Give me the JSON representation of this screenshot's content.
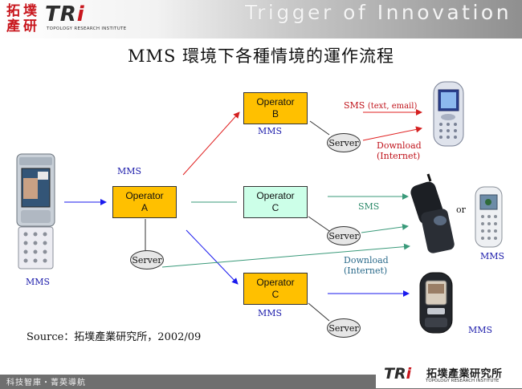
{
  "header": {
    "logo_chars": [
      "拓",
      "墣",
      "產",
      "研"
    ],
    "logo_tr": "TR",
    "logo_i": "i",
    "logo_sub": "TOPOLOGY RESEARCH INSTITUTE",
    "tagline": "Trigger of Innovation"
  },
  "title": "MMS 環境下各種情境的運作流程",
  "operators": {
    "b": {
      "line1": "Operator",
      "line2": "B"
    },
    "a": {
      "line1": "Operator",
      "line2": "A"
    },
    "c_mid": {
      "line1": "Operator",
      "line2": "C"
    },
    "c_bottom": {
      "line1": "Operator",
      "line2": "C"
    }
  },
  "servers": {
    "a": "Server",
    "b": "Server",
    "c_mid": "Server",
    "c_bottom": "Server"
  },
  "labels": {
    "mms_a": "MMS",
    "mms_b": "MMS",
    "mms_c_bottom": "MMS",
    "mms_left": "MMS",
    "mms_right": "MMS",
    "mms_nokia": "MMS",
    "sms_red": "SMS  ",
    "sms_red_detail": "(text, email)",
    "download_red": {
      "line1": "Download",
      "line2": "(Internet)"
    },
    "sms_green": "SMS",
    "download_green": {
      "line1": "Download",
      "line2": "(Internet)"
    },
    "or": "or"
  },
  "source": "Source：拓墣產業研究所，2002/09",
  "footer": {
    "slogan": "科技智庫・菁英導航",
    "logo_tr": "TR",
    "logo_i": "i",
    "institute_zh": "拓墣產業研究所",
    "institute_en": "TOPOLOGY RESEARCH INSTITUTE"
  },
  "colors": {
    "operator_orange": "#ffc000",
    "operator_green": "#ccffe8",
    "arrow_red": "#e02020",
    "arrow_blue": "#1a1aee",
    "arrow_green": "#3a9a7a",
    "label_blue": "#1a1aaa",
    "brand_red": "#c8161d"
  }
}
